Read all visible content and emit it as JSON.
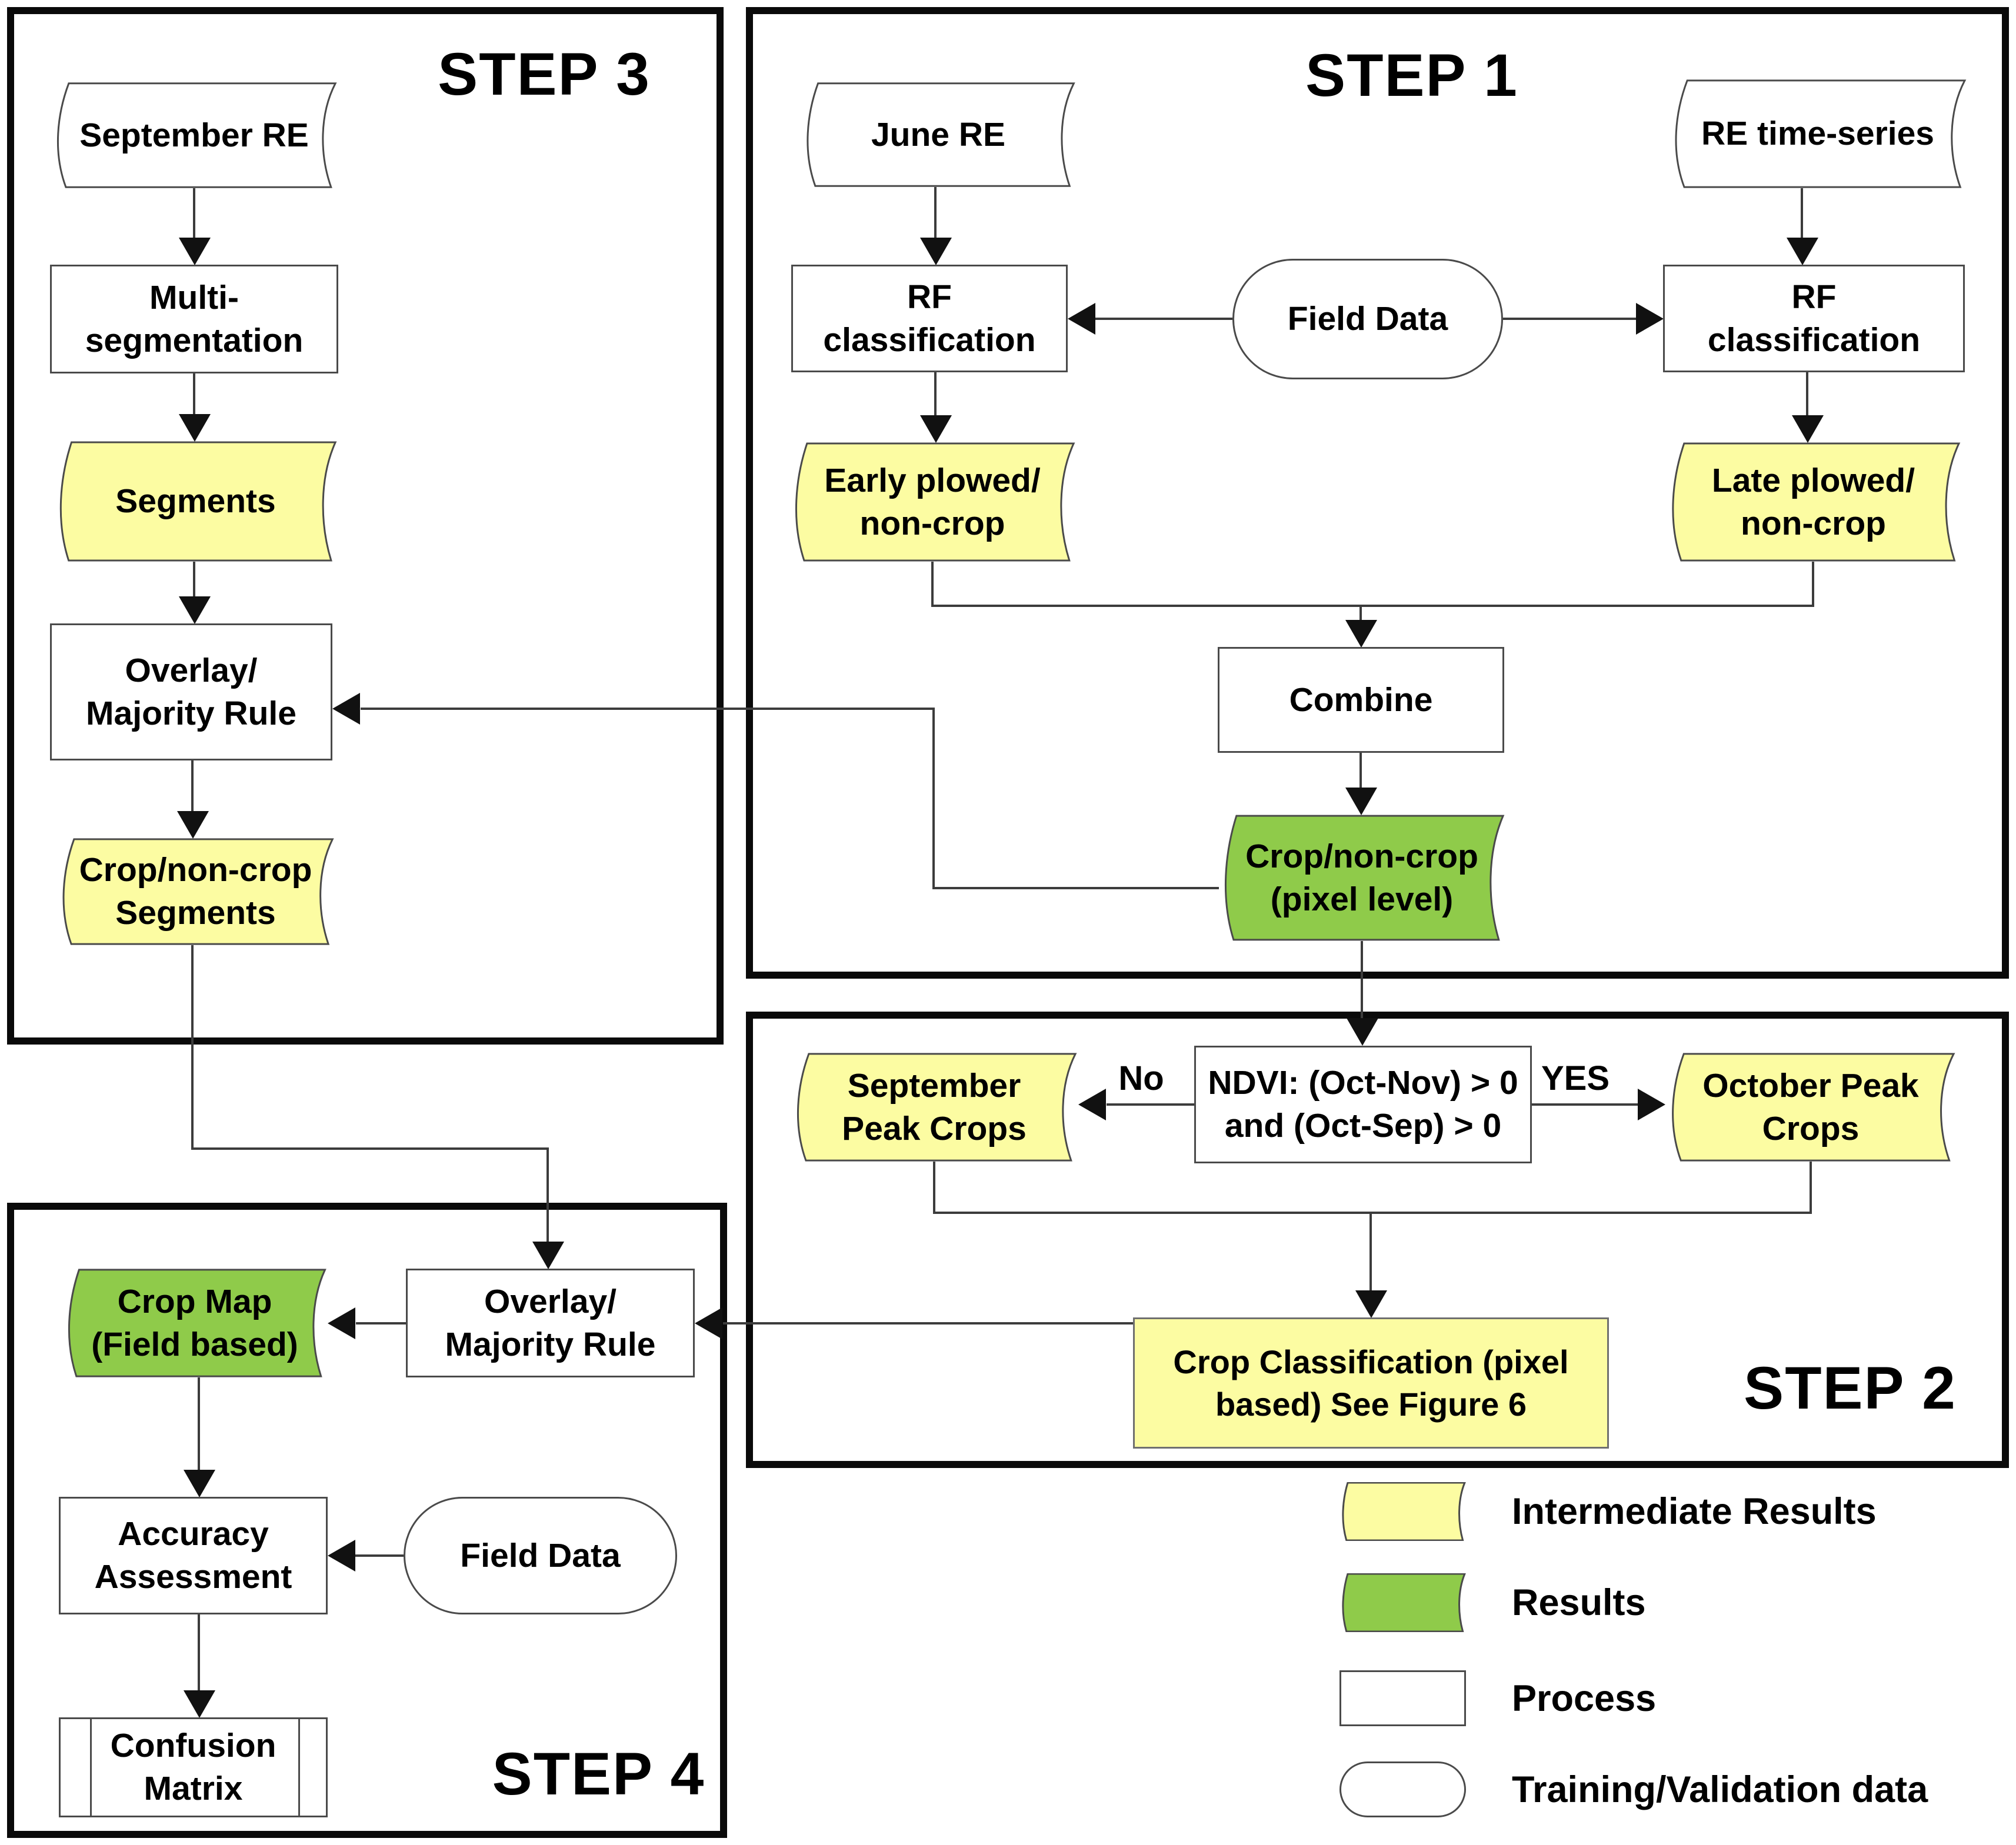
{
  "steps": {
    "step1": {
      "title": "STEP 1"
    },
    "step2": {
      "title": "STEP 2"
    },
    "step3": {
      "title": "STEP 3"
    },
    "step4": {
      "title": "STEP 4"
    }
  },
  "nodes": {
    "september_re": "September RE",
    "multi_segmentation": [
      "Multi-",
      "segmentation"
    ],
    "segments": "Segments",
    "overlay_majority_rule_s3": [
      "Overlay/",
      "Majority Rule"
    ],
    "crop_noncrop_segments": [
      "Crop/non-crop",
      "Segments"
    ],
    "june_re": "June RE",
    "re_time_series": "RE time-series",
    "rf_classification_left": [
      "RF",
      "classification"
    ],
    "rf_classification_right": [
      "RF",
      "classification"
    ],
    "field_data_s1": "Field Data",
    "early_plowed": [
      "Early plowed/",
      "non-crop"
    ],
    "late_plowed": [
      "Late plowed/",
      "non-crop"
    ],
    "combine": "Combine",
    "crop_noncrop_pixel": [
      "Crop/non-crop",
      "(pixel level)"
    ],
    "ndvi_condition": [
      "NDVI: (Oct-Nov) > 0",
      "and (Oct-Sep) > 0"
    ],
    "september_peak": [
      "September",
      "Peak Crops"
    ],
    "october_peak": [
      "October Peak",
      "Crops"
    ],
    "crop_classification": [
      "Crop Classification (pixel",
      "based) See Figure 6"
    ],
    "overlay_majority_rule_s4": [
      "Overlay/",
      "Majority Rule"
    ],
    "crop_map": [
      "Crop Map",
      "(Field based)"
    ],
    "accuracy_assessment": [
      "Accuracy",
      "Assessment"
    ],
    "field_data_s4": "Field Data",
    "confusion_matrix": [
      "Confusion",
      "Matrix"
    ]
  },
  "edge_labels": {
    "no": "No",
    "yes": "YES"
  },
  "legend": {
    "items": [
      {
        "label": "Intermediate Results",
        "type": "intermediate-result-swatch"
      },
      {
        "label": "Results",
        "type": "result-swatch"
      },
      {
        "label": "Process",
        "type": "process-swatch"
      },
      {
        "label": "Training/Validation data",
        "type": "training-validation-swatch"
      }
    ]
  },
  "colors": {
    "intermediate_results": "#FCFCA2",
    "results": "#8FCB4A",
    "process": "#FFFFFF",
    "line": "#3C3C3C",
    "border": "#0A0A0A"
  }
}
